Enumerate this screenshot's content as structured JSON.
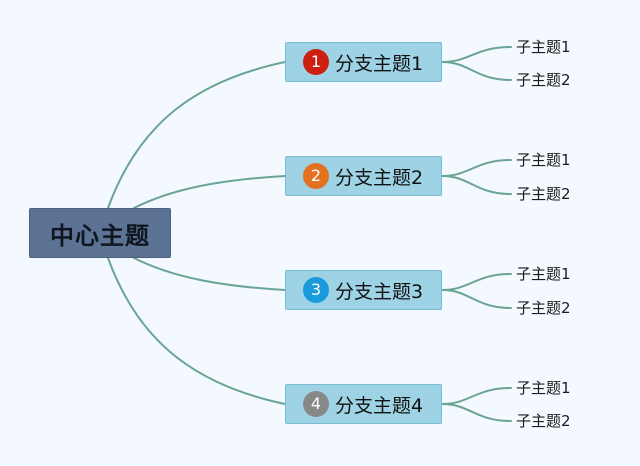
{
  "central_topic": "中心主题",
  "colors": {
    "background": "#f4f9ff",
    "connector": "#6aa594",
    "central_fill": "#5d7395",
    "branch_fill": "#9ed3e6"
  },
  "branches": [
    {
      "badge": "1",
      "badge_color": "#cc1f10",
      "label": "分支主题1",
      "subtopics": [
        "子主题1",
        "子主题2"
      ]
    },
    {
      "badge": "2",
      "badge_color": "#e4711f",
      "label": "分支主题2",
      "subtopics": [
        "子主题1",
        "子主题2"
      ]
    },
    {
      "badge": "3",
      "badge_color": "#1b9bdc",
      "label": "分支主题3",
      "subtopics": [
        "子主题1",
        "子主题2"
      ]
    },
    {
      "badge": "4",
      "badge_color": "#888888",
      "label": "分支主题4",
      "subtopics": [
        "子主题1",
        "子主题2"
      ]
    }
  ]
}
